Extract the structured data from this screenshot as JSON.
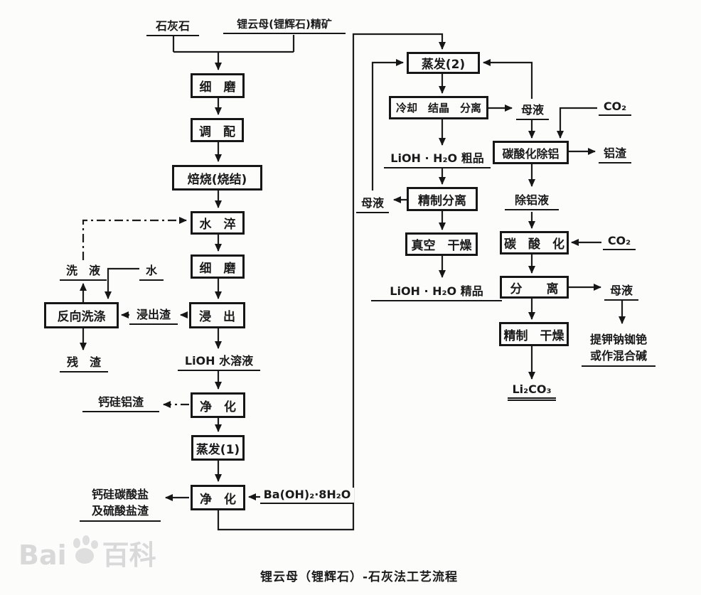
{
  "caption": "锂云母（锂辉石）-石灰法工艺流程",
  "watermark": {
    "prefix": "Bai",
    "suffix": "百科"
  },
  "colors": {
    "ink": "#1a1a1a",
    "paper": "#fcfcfa",
    "watermark": "#d9d9d9"
  },
  "nodes": {
    "limestone": "石灰石",
    "ore_concentrate": "锂云母(锂辉石)精矿",
    "fine_grinding_1": "细　磨",
    "blending": "调　配",
    "roasting": "焙烧(烧结)",
    "water_quench": "水　淬",
    "fine_grinding_2": "细　磨",
    "leaching": "浸　出",
    "wash_liquid": "洗　液",
    "water": "水",
    "counter_washing": "反向洗涤",
    "leach_residue": "浸出渣",
    "residue": "残　渣",
    "lioh_solution": "LiOH 水溶液",
    "purification_1": "净　化",
    "ca_si_al_slag": "钙硅铝渣",
    "evaporation_1": "蒸发(1)",
    "purification_2": "净　化",
    "ba_oh2": "Ba(OH)₂·8H₂O",
    "ca_si_carb_slag_line1": "钙硅碳酸盐",
    "ca_si_carb_slag_line2": "及硫酸盐渣",
    "evaporation_2": "蒸发(2)",
    "cooling_cryst_sep": "冷却　结晶　分离",
    "mother_liquor_1": "母液",
    "lioh_crude": "LiOH · H₂O 粗品",
    "refining_separation": "精制分离",
    "mother_liquor_2": "母液",
    "vacuum_drying": "真空　干燥",
    "lioh_refined": "LiOH · H₂O 精品",
    "carbonation_de_al": "碳酸化除铝",
    "co2_1": "CO₂",
    "al_slag": "铝渣",
    "de_al_liquid": "除铝液",
    "carbonation": "碳　酸　化",
    "co2_2": "CO₂",
    "separation": "分　　离",
    "mother_liquor_3": "母液",
    "refine_drying": "精制　干燥",
    "li2co3": "Li₂CO₃",
    "k_na_rb_cs_line1": "提钾钠铷铯",
    "k_na_rb_cs_line2": "或作混合碱"
  },
  "edges": [
    "石灰石 → 细磨",
    "锂云母(锂辉石)精矿 → 细磨",
    "细磨 → 调配 → 焙烧(烧结) → 水淬 → 细磨 → 浸出",
    "浸出 → 浸出渣 → 反向洗涤",
    "水 → 反向洗涤",
    "反向洗涤 → 洗液 → 水淬",
    "反向洗涤 → 残渣",
    "浸出 → LiOH 水溶液 → 净化",
    "净化 → 钙硅铝渣",
    "净化 → 蒸发(1) → 净化",
    "Ba(OH)₂·8H₂O → 净化",
    "净化 → 钙硅碳酸盐及硫酸盐渣",
    "净化 → 蒸发(2)",
    "蒸发(2) → 冷却 结晶 分离",
    "冷却 结晶 分离 → 母液",
    "母液 → 蒸发(2)",
    "母液 → 碳酸化除铝",
    "冷却 结晶 分离 → LiOH·H₂O 粗品 → 精制分离",
    "精制分离 → 母液 → 蒸发(2)",
    "精制分离 → 真空 干燥 → LiOH·H₂O 精品",
    "CO₂ → 碳酸化除铝",
    "碳酸化除铝 → 铝渣",
    "碳酸化除铝 → 除铝液 → 碳酸化",
    "CO₂ → 碳酸化",
    "碳酸化 → 分离",
    "分离 → 母液 → 提钾钠铷铯或作混合碱",
    "分离 → 精制 干燥 → Li₂CO₃"
  ]
}
